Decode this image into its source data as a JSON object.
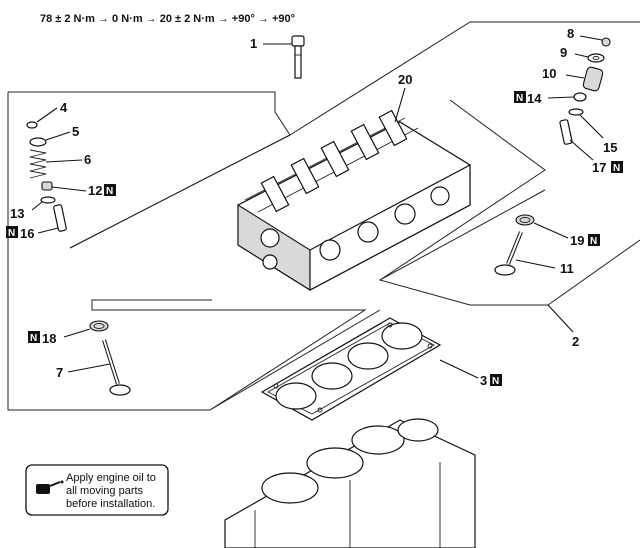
{
  "torque_sequence": "78 ± 2 N·m → 0 N·m → 20 ± 2 N·m → +90° → +90°",
  "note": {
    "line1": "Apply engine oil to",
    "line2": "all moving parts",
    "line3": "before installation."
  },
  "new_part_mark": "N",
  "callouts": {
    "c1": "1",
    "c2": "2",
    "c3": "3",
    "c4": "4",
    "c5": "5",
    "c6": "6",
    "c7": "7",
    "c8": "8",
    "c9": "9",
    "c10": "10",
    "c11": "11",
    "c12": "12",
    "c13": "13",
    "c14": "14",
    "c15": "15",
    "c16": "16",
    "c17": "17",
    "c18": "18",
    "c19": "19",
    "c20": "20"
  }
}
